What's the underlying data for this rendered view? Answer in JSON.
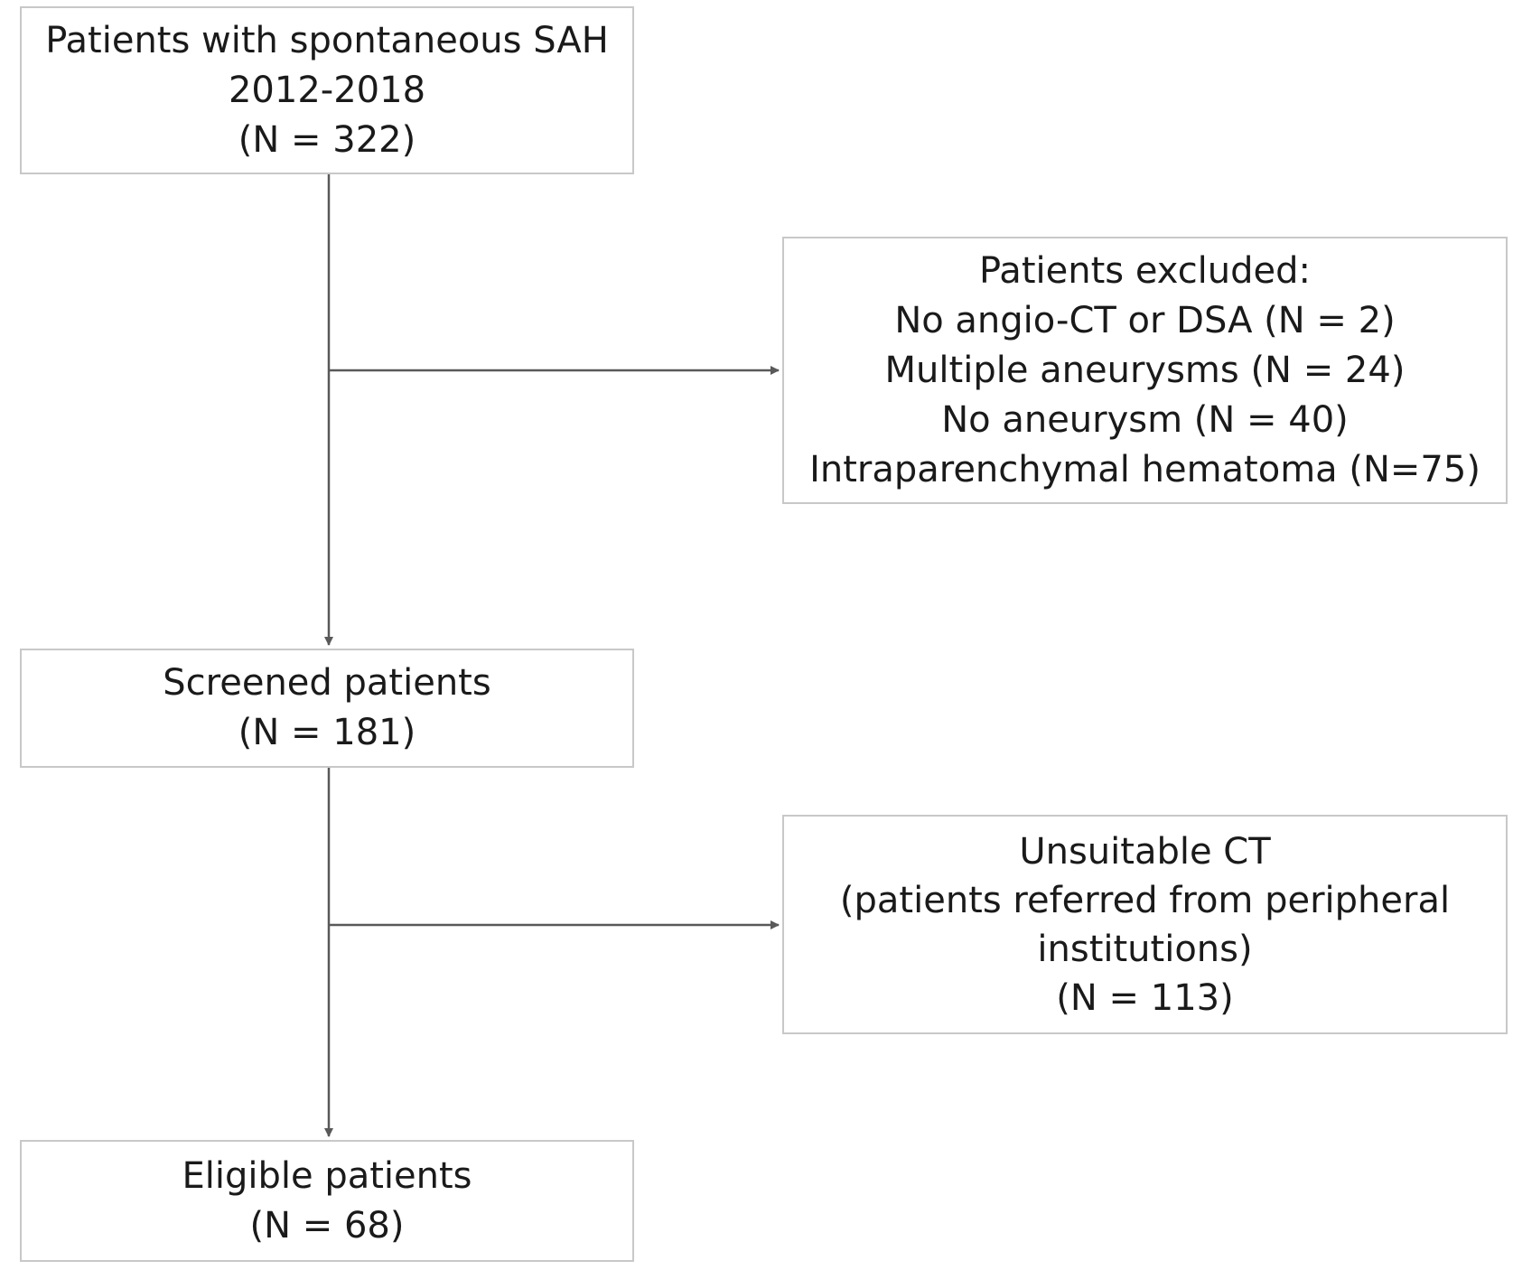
{
  "boxes": {
    "total": {
      "lines": [
        "Patients with spontaneous SAH",
        "2012-2018",
        "(N = 322)"
      ]
    },
    "excluded": {
      "lines": [
        "Patients excluded:",
        "No angio-CT or DSA (N = 2)",
        "Multiple aneurysms (N = 24)",
        "No aneurysm (N = 40)",
        "Intraparenchymal hematoma (N=75)"
      ]
    },
    "screened": {
      "lines": [
        "Screened patients",
        "(N = 181)"
      ]
    },
    "unsuitable": {
      "lines": [
        "Unsuitable CT",
        "(patients referred from peripheral",
        "institutions)",
        "(N = 113)"
      ]
    },
    "eligible": {
      "lines": [
        "Eligible patients",
        "(N = 68)"
      ]
    }
  },
  "colors": {
    "box_border": "#c8c8c8",
    "arrow": "#595959",
    "text": "#1a1a1a"
  }
}
